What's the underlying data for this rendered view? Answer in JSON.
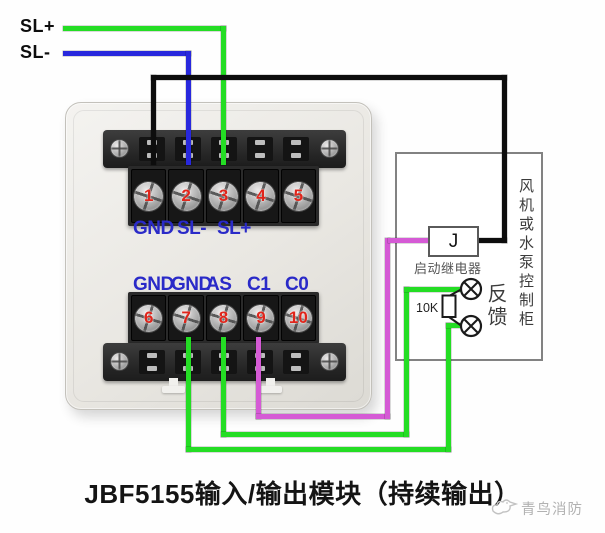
{
  "title": "JBF5155输入/输出模块（持续输出）",
  "loop_labels": {
    "sl_plus": "SL+",
    "sl_minus": "SL-"
  },
  "module": {
    "top_terminal_numbers": [
      "1",
      "2",
      "3",
      "4",
      "5"
    ],
    "top_terminal_labels": [
      "GND",
      "SL-",
      "SL+"
    ],
    "bottom_terminal_labels": [
      "GND",
      "GND",
      "AS",
      "C1",
      "C0"
    ],
    "bottom_terminal_numbers": [
      "6",
      "7",
      "8",
      "9",
      "10"
    ]
  },
  "cabinet": {
    "name": "风机或水泵控制柜",
    "relay_label": "J",
    "relay_caption": "启动继电器",
    "resistor_value": "10K",
    "feedback_label": "反馈"
  },
  "watermark": "青鸟消防",
  "colors": {
    "green_wire": "#24dd24",
    "blue_wire": "#2828dd",
    "black_wire": "#0d0d0d",
    "magenta_wire": "#d55ad5",
    "terminal_number": "#e0251b",
    "terminal_label": "#2a2ac8"
  }
}
